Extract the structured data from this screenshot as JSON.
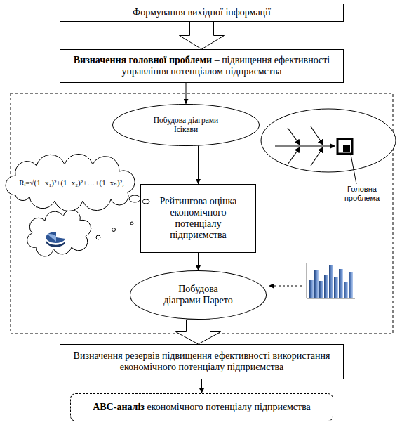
{
  "diagram": {
    "nodes": [
      {
        "text": [
          "Формування вихідної інформації"
        ]
      },
      {
        "text": [
          "Визначення головної проблеми",
          "– підвищення ефективності управління потенціалом підприємства"
        ]
      },
      {
        "text": [
          "Побудова діаграми Ісікави"
        ]
      },
      {
        "text": [
          "Rᵢ=√(1−x₁)²+(1−x₂)²+…+(1−xₙ)²,"
        ]
      },
      {
        "text": [
          "Рейтингова оцінка економічного потенціалу підприємства"
        ]
      },
      {
        "text": [
          "Побудова діаграми Парето"
        ]
      },
      {
        "text": [
          "Визначення резервів підвищення ефективності використання економічного потенціалу підприємства"
        ]
      },
      {
        "text": [
          "ABC-аналіз",
          "економічного потенціалу підприємства"
        ]
      }
    ],
    "edges": [
      {
        "from": 0,
        "to": 1,
        "arrow": "to"
      },
      {
        "from": 1,
        "to": 2,
        "arrow": "to"
      },
      {
        "from": 2,
        "to": 4,
        "arrow": "to"
      },
      {
        "from": 4,
        "to": 5,
        "arrow": "to"
      },
      {
        "from": 5,
        "to": 6,
        "arrow": "to"
      },
      {
        "from": 6,
        "to": 7,
        "arrow": "to"
      }
    ],
    "labels": [
      "Головна проблема"
    ]
  }
}
